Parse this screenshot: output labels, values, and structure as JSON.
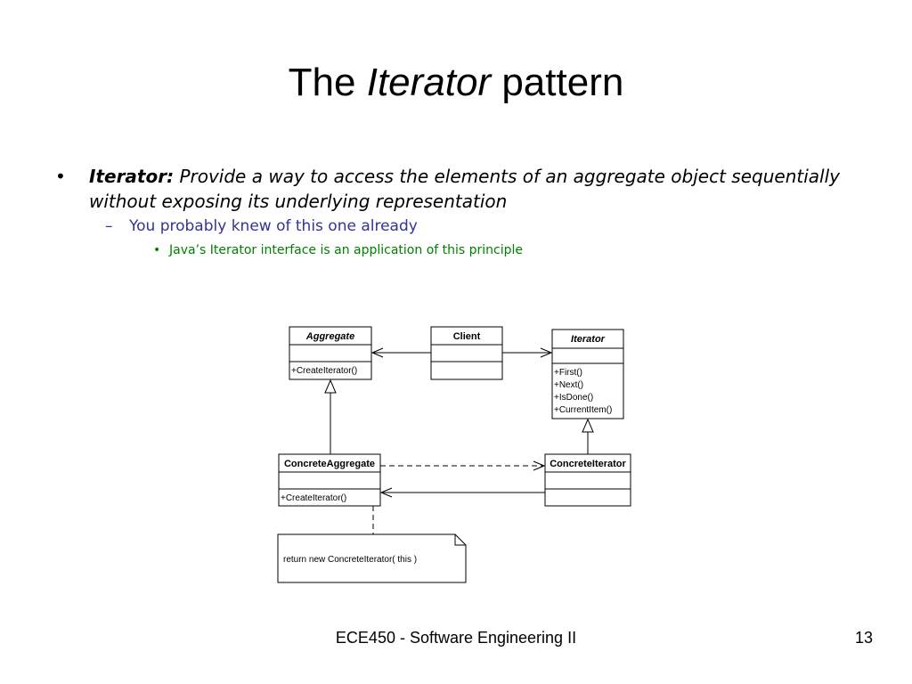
{
  "slide": {
    "title_prefix": "The ",
    "title_emph": "Iterator",
    "title_suffix": " pattern",
    "bullet1_bold": "Iterator:",
    "bullet1_text": " Provide a way to access the elements of an aggregate object sequentially without exposing its underlying representation",
    "bullet2_text": "You probably knew of this one already",
    "bullet3_text": "Java’s Iterator interface is an application of this principle",
    "footer": "ECE450 - Software Engineering II",
    "page_number": "13"
  },
  "diagram": {
    "aggregate": {
      "name": "Aggregate",
      "ops": [
        "+CreateIterator()"
      ]
    },
    "client": {
      "name": "Client"
    },
    "iterator": {
      "name": "Iterator",
      "ops": [
        "+First()",
        "+Next()",
        "+IsDone()",
        "+CurrentItem()"
      ]
    },
    "concrete_aggregate": {
      "name": "ConcreteAggregate",
      "ops": [
        "+CreateIterator()"
      ]
    },
    "concrete_iterator": {
      "name": "ConcreteIterator"
    },
    "note": "return new ConcreteIterator( this )"
  }
}
